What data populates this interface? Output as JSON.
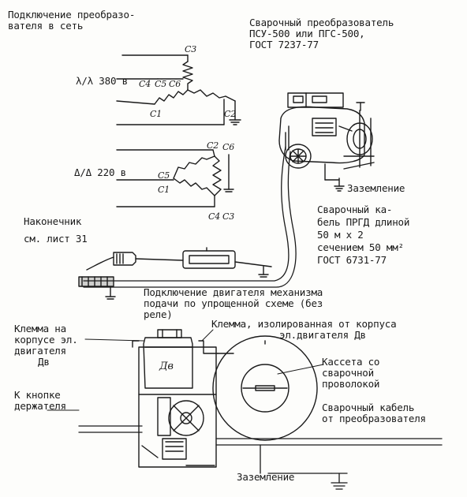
{
  "texts": {
    "power_connection": [
      "Подключение преобразо-",
      "вателя в сеть"
    ],
    "converter_title": [
      "Сварочный преобразователь",
      "ПСУ-500 или ПГС-500,",
      "ГОСТ 7237-77"
    ],
    "wye_voltage": "λ/λ 380 в",
    "delta_voltage": "Δ/Δ 220 в",
    "terminals_top": [
      "С3",
      "С4",
      "С5",
      "С6",
      "С1",
      "С2"
    ],
    "terminals_bottom": [
      "С2",
      "С6",
      "С5",
      "С1",
      "С4",
      "С3"
    ],
    "ground_1": "Заземление",
    "cable_desc": [
      "Сварочный ка-",
      "бель ПРГД длиной",
      "50 м х 2",
      "сечением 50 мм²",
      "ГОСТ 6731-77"
    ],
    "lug": [
      "Наконечник",
      "см. лист 31"
    ],
    "motor_connection": [
      "Подключение двигателя механизма",
      "подачи по упрощенной схеме (без",
      "реле)"
    ],
    "terminal_housing": [
      "Клемма на",
      "корпусе эл.",
      "двигателя",
      "Дв"
    ],
    "terminal_insulated": [
      "Клемма, изолированная от корпуса",
      "эл.двигателя Дв"
    ],
    "motor_label": "Дв",
    "cassette": [
      "Кассета со",
      "сварочной",
      "проволокой"
    ],
    "cable_from_converter": [
      "Сварочный кабель",
      "от преобразователя"
    ],
    "to_button": [
      "К кнопке",
      "держателя"
    ],
    "ground_2": "Заземление"
  },
  "colors": {
    "ink": "#1a1a1a",
    "paper": "#fdfdfb"
  }
}
